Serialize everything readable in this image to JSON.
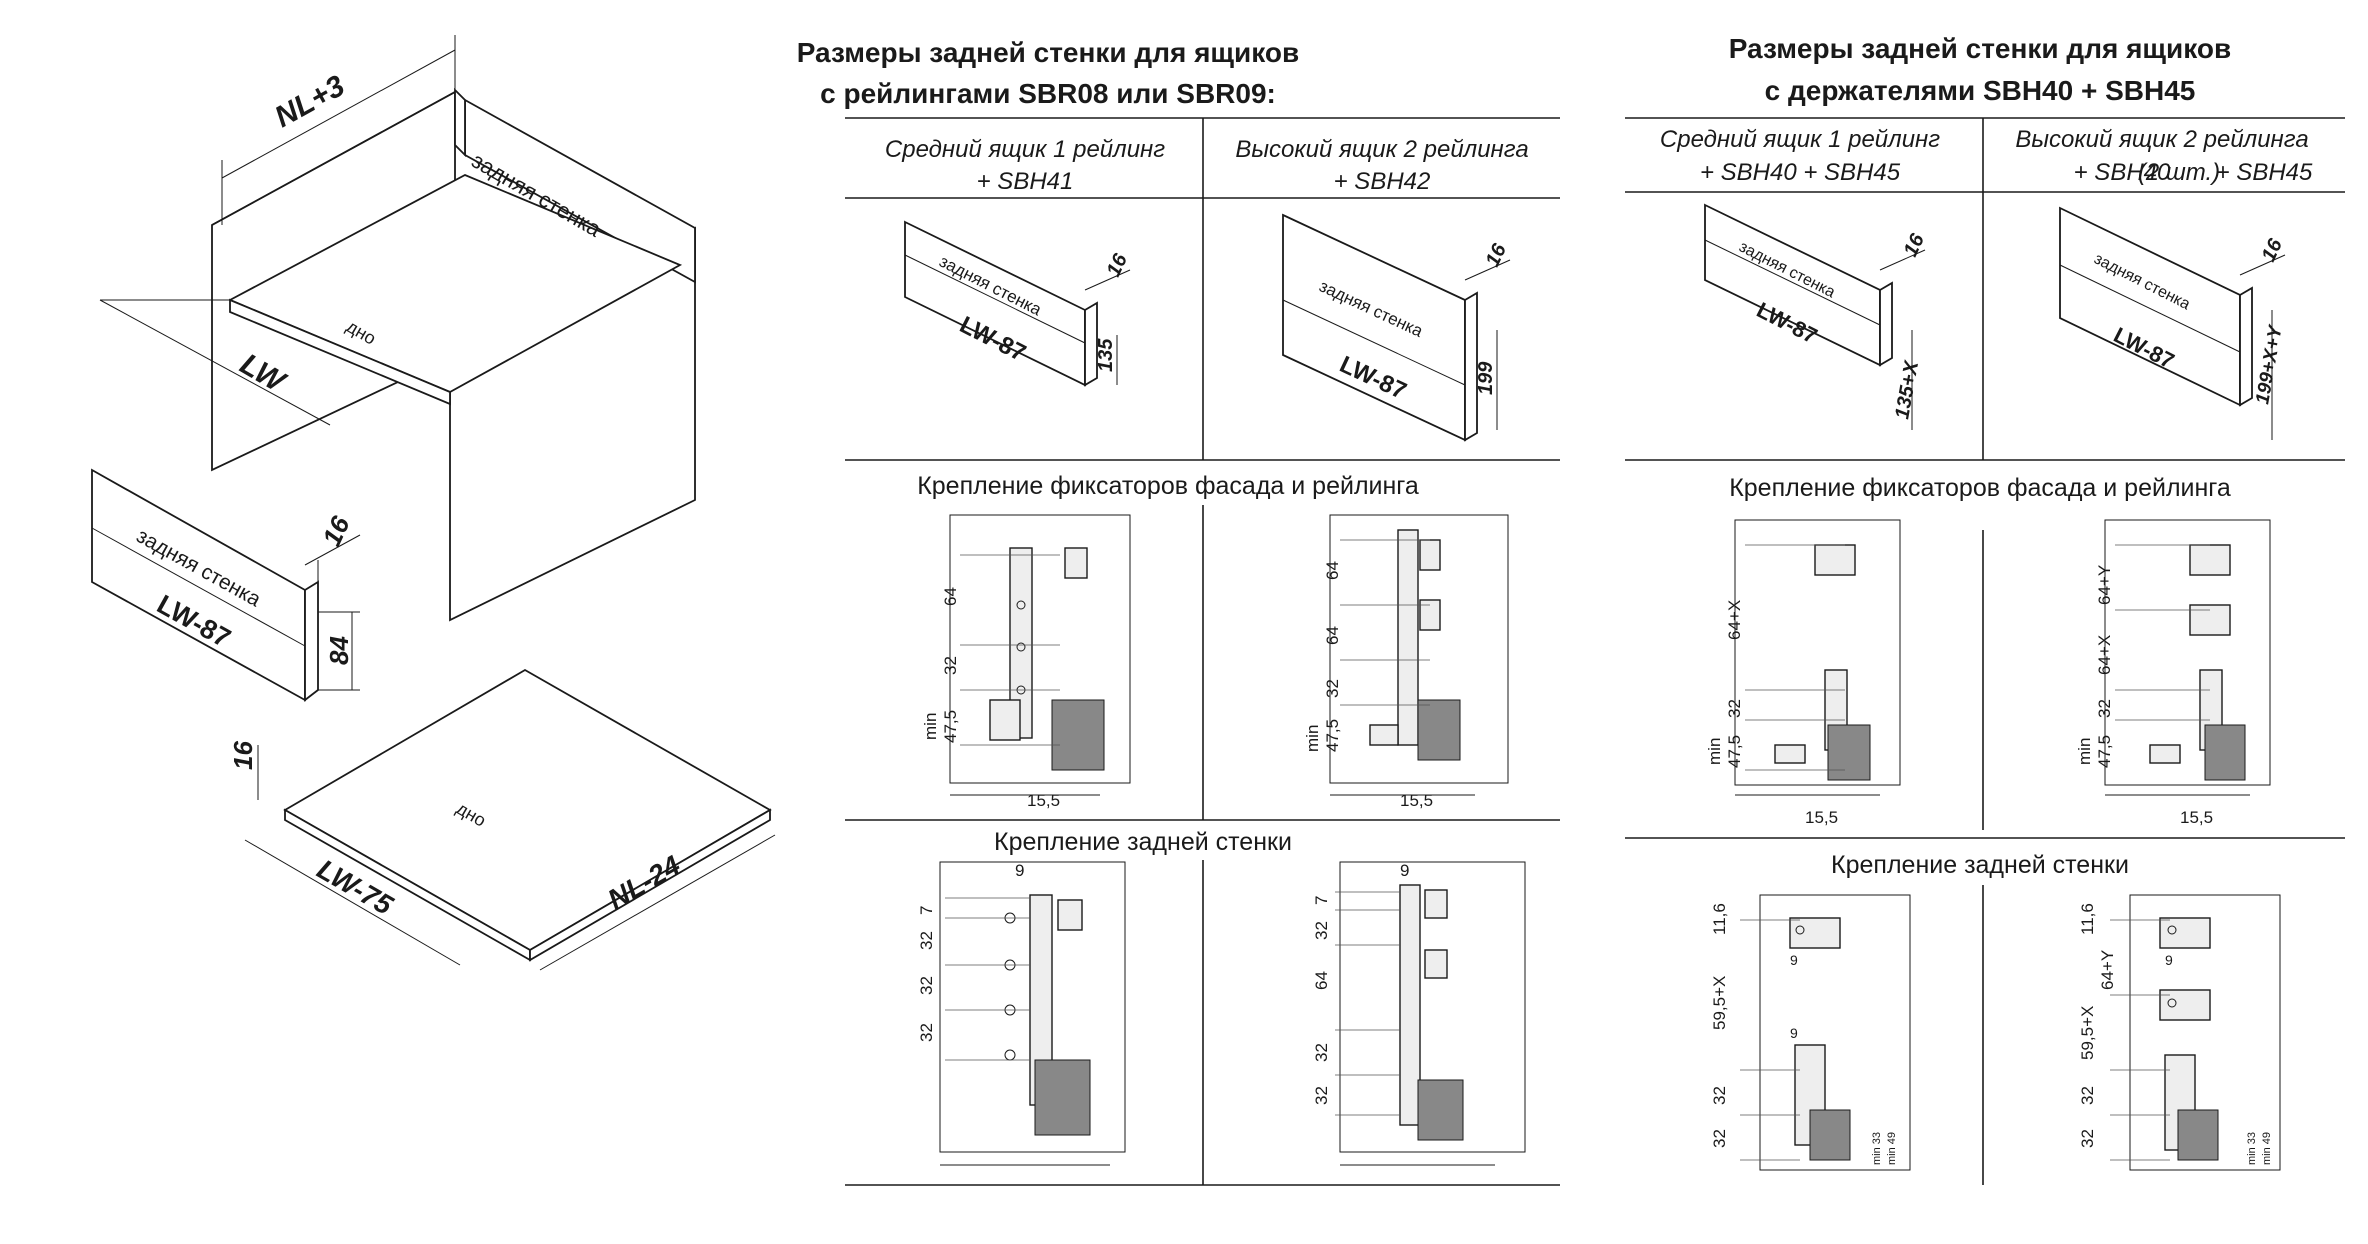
{
  "iso": {
    "nl_plus_3": "NL+3",
    "back_wall": "задняя стенка",
    "bottom": "дно",
    "lw": "LW",
    "back_wall_panel_label": "задняя стенка",
    "back_wall_panel_width": "LW-87",
    "back_wall_panel_thickness": "16",
    "back_wall_panel_height": "84",
    "bottom_panel_label": "дно",
    "bottom_panel_thickness": "16",
    "bottom_panel_width": "LW-75",
    "bottom_panel_depth": "NL-24"
  },
  "mid": {
    "title_line1": "Размеры задней стенки для ящиков",
    "title_line2": "с рейлингами SBR08 или SBR09:",
    "col1_line1": "Средний ящик 1 рейлинг",
    "col1_line2": "+ SBH41",
    "col2_line1": "Высокий ящик 2 рейлинга",
    "col2_line2": "+ SBH42",
    "wall_label_1": "задняя стенка",
    "wall_width_1": "LW-87",
    "wall_thick_1": "16",
    "wall_height_1": "135",
    "wall_label_2": "задняя стенка",
    "wall_width_2": "LW-87",
    "wall_thick_2": "16",
    "wall_height_2": "199",
    "section_front": "Крепление фиксаторов фасада и рейлинга",
    "section_back": "Крепление задней стенки",
    "front_left_dims": [
      "64",
      "32",
      "min",
      "47,5"
    ],
    "front_left_bottom": "15,5",
    "front_right_dims": [
      "64",
      "64",
      "32",
      "min",
      "47,5"
    ],
    "front_right_bottom": "15,5",
    "back_left_top": "9",
    "back_left_dims": [
      "7",
      "32",
      "32",
      "32"
    ],
    "back_right_top": "9",
    "back_right_dims": [
      "7",
      "32",
      "64",
      "32",
      "32"
    ]
  },
  "right": {
    "title_line1": "Размеры задней стенки для ящиков",
    "title_line2": "с держателями SBH40 + SBH45",
    "col1_line1": "Средний ящик 1 рейлинг",
    "col1_line2": "+ SBH40 + SBH45",
    "col2_line1": "Высокий ящик 2 рейлинга",
    "col2_line2a": "+ SBH40",
    "col2_line2b": "(2 шт.)",
    "col2_line2c": "+ SBH45",
    "wall_label_1": "задняя стенка",
    "wall_width_1": "LW-87",
    "wall_thick_1": "16",
    "wall_height_1": "135+X",
    "wall_label_2": "задняя стенка",
    "wall_width_2": "LW-87",
    "wall_thick_2": "16",
    "wall_height_2": "199+X+Y",
    "section_front": "Крепление фиксаторов фасада и рейлинга",
    "section_back": "Крепление задней стенки",
    "front_left_dims": [
      "64+X",
      "32",
      "min",
      "47,5"
    ],
    "front_left_bottom": "15,5",
    "front_right_dims": [
      "64+Y",
      "64+X",
      "32",
      "min",
      "47,5"
    ],
    "front_right_bottom": "15,5",
    "back_left_dims": [
      "11,6",
      "59,5+X",
      "32",
      "32"
    ],
    "back_left_nine": [
      "9",
      "9"
    ],
    "back_left_min": [
      "min 33",
      "min 49"
    ],
    "back_right_dims": [
      "11,6",
      "59,5+X",
      "64+Y",
      "32",
      "32"
    ],
    "back_right_nine": [
      "9"
    ],
    "back_right_min": [
      "min 33",
      "min 49"
    ]
  }
}
